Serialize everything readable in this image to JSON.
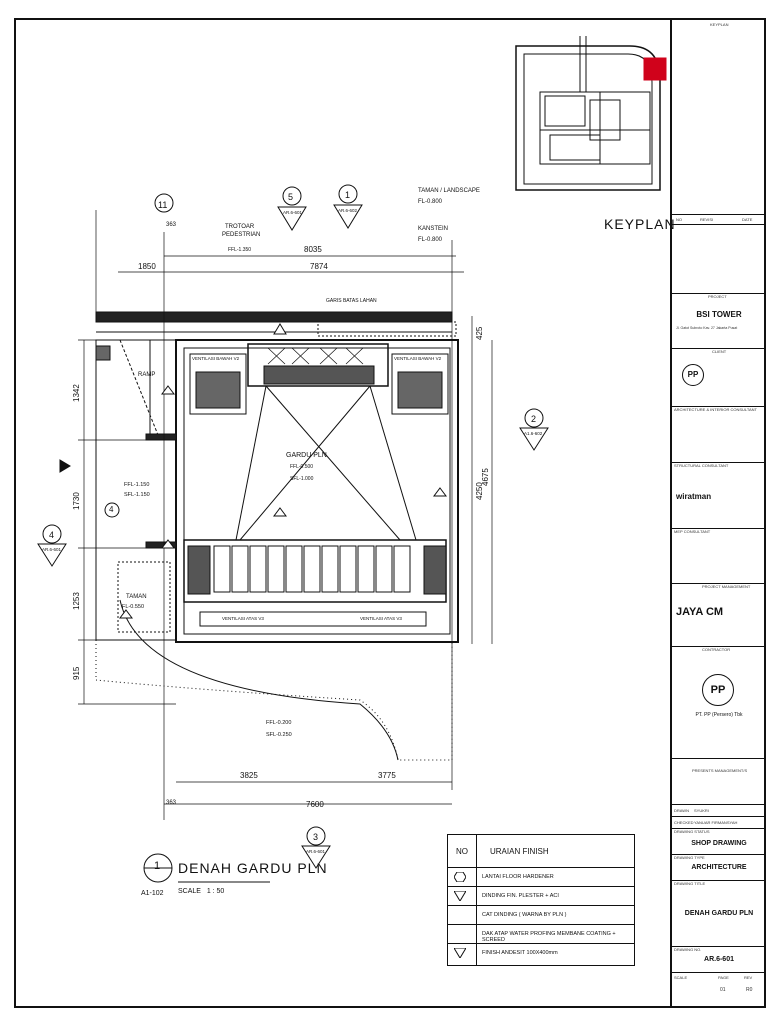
{
  "keyplan": {
    "label": "KEYPLAN",
    "header": "KEYPLAN"
  },
  "drawing": {
    "title": "DENAH GARDU PLN",
    "scale_label": "SCALE",
    "scale_value": "1 : 50",
    "title_ref": "A1-102",
    "title_num": "1",
    "grid_11": "11",
    "sec_5": "5",
    "sec_5_ref": "AR.6-601",
    "sec_1": "1",
    "sec_1_ref": "AR.6-602",
    "sec_2": "2",
    "sec_2_ref": "A1.6-602",
    "sec_4": "4",
    "sec_4_ref": "AR.6-601",
    "sec_4b": "4",
    "sec_3": "3",
    "sec_3_ref": "AR.6-601"
  },
  "labels": {
    "trotoar": "TROTOAR",
    "pedestrian": "PEDESTRIAN",
    "ffl_trotoar": "FFL-1.350",
    "taman_landscape": "TAMAN / LANDSCAPE",
    "taman_fl": "FL-0.800",
    "kanstein": "KANSTEIN",
    "kanstein_fl": "FL-0.800",
    "garis_batas": "GARIS BATAS LAHAN",
    "ramp": "RAMP",
    "vent_bawah_left": "VENTILASI BAWAH V2",
    "vent_bawah_right": "VENTILASI BAWAH V2",
    "vent_atas_left": "VENTILASI ATAS V3",
    "vent_atas_right": "VENTILASI ATAS V3",
    "gardu_pln": "GARDU PLN",
    "gardu_ffl": "FFL-0.500",
    "gardu_sfl": "SFL-1.000",
    "ffl_left": "FFL-1.150",
    "sfl_left": "SFL-1.150",
    "taman": "TAMAN",
    "taman_fl2": "FL-0.550",
    "ffl_bottom": "FFL-0.200",
    "sfl_bottom": "SFL-0.250"
  },
  "dims": {
    "d363_top": "363",
    "d8035": "8035",
    "d1850": "1850",
    "d7874": "7874",
    "d425": "425",
    "d1342": "1342",
    "d1730": "1730",
    "d1253": "1253",
    "d915": "915",
    "d4250": "4250",
    "d4675": "4675",
    "d3825": "3825",
    "d3775": "3775",
    "d363_bot": "363",
    "d7600": "7600"
  },
  "legend": {
    "hdr_no": "NO",
    "hdr_title": "URAIAN FINISH",
    "rows": [
      "LANTAI FLOOR HARDENER",
      "DINDING FIN. PLESTER + ACI",
      "CAT DINDING ( WARNA BY PLN )",
      "DAK ATAP WATER PROFING MEMBANE COATING + SCREED",
      "FINISH ANDESIT 100X400mm"
    ]
  },
  "titleblock": {
    "revisi_no": "NO",
    "revisi": "REVISI",
    "revisi_date": "DATE",
    "project_label": "PROJECT",
    "project": "BSI TOWER",
    "project_addr": "Jl. Gatot Subroto Kav. 27 Jakarta Pusat",
    "client_label": "CLIENT",
    "arch_label": "ARCHITECTURE & INTERIOR CONSULTANT",
    "struct_label": "STRUCTURAL CONSULTANT",
    "struct_name": "wiratman",
    "mep_label": "MEP CONSULTANT",
    "pm_label": "PROJECT MANAGEMENT",
    "pm_name": "JAYA CM",
    "contractor_label": "CONTRACTOR",
    "contractor_name": "PT. PP (Persero) Tbk",
    "pp_badge": "PP",
    "approval_label": "PRESENTS MANAGEMENT/S",
    "drawn_label": "DRAWN",
    "drawn": "SYUKRI",
    "checked_label": "CHECKED",
    "checked": "YANUAR FIRMANSYAH",
    "status_label": "DRAWING STATUS",
    "status": "SHOP DRAWING",
    "type_label": "DRAWING TYPE",
    "type": "ARCHITECTURE",
    "title_label": "DRAWING TITLE",
    "title": "DENAH GARDU PLN",
    "dwgno_label": "DRAWING NO.",
    "dwgno": "AR.6-601",
    "scale_label": "SCALE",
    "page_label": "PAGE",
    "rev_label": "REV",
    "page": "01",
    "rev": "R0"
  },
  "colors": {
    "line": "#111111",
    "accent_red": "#d0021b"
  }
}
